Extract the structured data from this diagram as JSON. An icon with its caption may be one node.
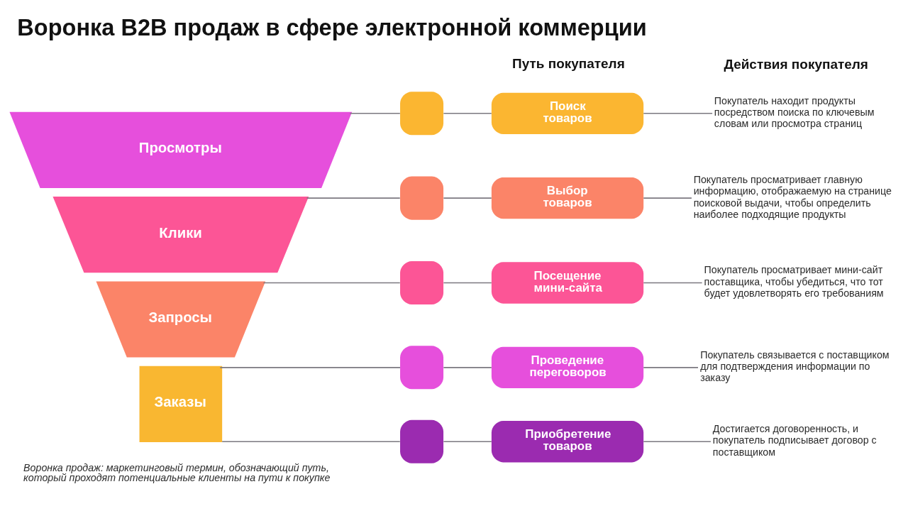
{
  "diagram": {
    "title": "Воронка B2B продаж в сфере электронной коммерции",
    "caption": "Воронка продаж: маркетинговый термин, обозначающий путь, который проходят потенциальные клиенты на пути к покупке",
    "nodes": [
      {
        "text": [
          "Просмотры"
        ]
      },
      {
        "text": [
          "Клики"
        ]
      },
      {
        "text": [
          "Запросы"
        ]
      },
      {
        "text": [
          "Заказы"
        ]
      },
      {
        "text": [],
        "shape": "box"
      },
      {
        "text": [
          "Поиск товаров"
        ]
      },
      {
        "text": [
          "Покупатель находит продукты посредством поиска по ключевым словам или просмотра страниц"
        ]
      },
      {
        "text": [],
        "shape": "box"
      },
      {
        "text": [
          "Выбор товаров"
        ]
      },
      {
        "text": [
          "Покупатель просматривает главную информацию, отображаемую на странице поисковой выдачи, чтобы определить наиболее подходящие продукты"
        ]
      },
      {
        "text": [],
        "shape": "box"
      },
      {
        "text": [
          "Посещение мини-сайта"
        ]
      },
      {
        "text": [
          "Покупатель просматривает мини-сайт поставщика, чтобы убедиться, что тот будет удовлетворять его требованиям"
        ]
      },
      {
        "text": [],
        "shape": "box"
      },
      {
        "text": [
          "Проведение переговоров"
        ]
      },
      {
        "text": [
          "Покупатель связывается с поставщиком для подтверждения информации по заказу"
        ]
      },
      {
        "text": [],
        "shape": "box"
      },
      {
        "text": [
          "Приобретение товаров"
        ]
      },
      {
        "text": [
          "Достигается договоренность, и покупатель подписывает договор с поставщиком"
        ]
      }
    ],
    "edges": [
      {
        "from": 0,
        "to": 4,
        "arrow": "none"
      },
      {
        "from": 4,
        "to": 5,
        "arrow": "none"
      },
      {
        "from": 5,
        "to": 6,
        "arrow": "none"
      },
      {
        "from": 1,
        "to": 7,
        "arrow": "none"
      },
      {
        "from": 7,
        "to": 8,
        "arrow": "none"
      },
      {
        "from": 8,
        "to": 9,
        "arrow": "none"
      },
      {
        "from": 2,
        "to": 10,
        "arrow": "none"
      },
      {
        "from": 10,
        "to": 11,
        "arrow": "none"
      },
      {
        "from": 11,
        "to": 12,
        "arrow": "none"
      },
      {
        "from": 3,
        "to": 13,
        "arrow": "none"
      },
      {
        "from": 13,
        "to": 14,
        "arrow": "none"
      },
      {
        "from": 14,
        "to": 15,
        "arrow": "none"
      },
      {
        "from": 3,
        "to": 16,
        "arrow": "none"
      },
      {
        "from": 16,
        "to": 17,
        "arrow": "none"
      },
      {
        "from": 17,
        "to": 18,
        "arrow": "none"
      }
    ],
    "labels": [
      "Путь покупателя",
      "Действия покупателя"
    ]
  }
}
